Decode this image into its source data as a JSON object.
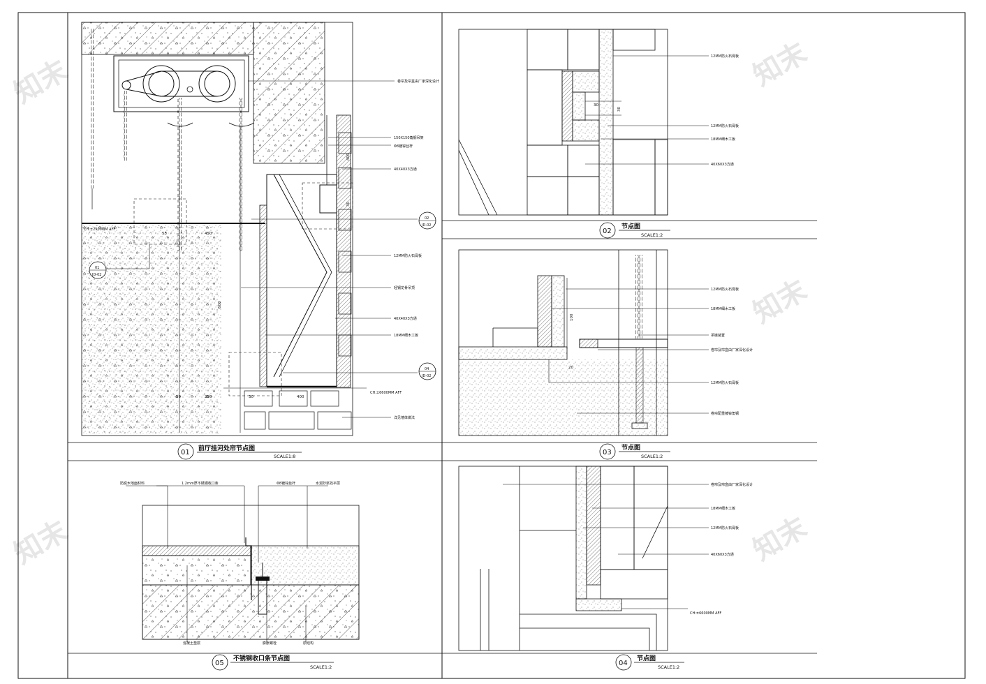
{
  "watermark": "知末",
  "details": [
    {
      "number": "01",
      "title": "前厅挂河处帘节点图",
      "scale": "SCALE1:8",
      "labels": [
        "卷帘及帘盒由厂家深化设计",
        "150X150角钢吊架",
        "Φ8镀锌丝杆",
        "40X40X3方通",
        "12MM防火石膏板",
        "轻钢龙骨吊顶",
        "40X40X3方通",
        "18MM细木工板",
        "详见墙体做法"
      ],
      "levels": [
        "CH:±2900MM AFF",
        "CH:±6600MM AFF"
      ],
      "dims": [
        "450",
        "600",
        "50",
        "250",
        "30",
        "400",
        "400",
        "30",
        "55"
      ],
      "tags": [
        {
          "top": "01",
          "bottom": "JD-02"
        },
        {
          "top": "02",
          "bottom": "JD-02"
        },
        {
          "top": "04",
          "bottom": "JD-02"
        }
      ]
    },
    {
      "number": "02",
      "title": "节点图",
      "scale": "SCALE1:2",
      "labels": [
        "12MM防火石膏板",
        "12MM防火石膏板",
        "18MM细木工板",
        "40X60X3方通"
      ],
      "dims": [
        "30",
        "30"
      ]
    },
    {
      "number": "03",
      "title": "节点图",
      "scale": "SCALE1:2",
      "labels": [
        "12MM防火石膏板",
        "18MM细木工板",
        "吊链装置",
        "卷帘及帘盒由厂家深化设计",
        "12MM防火石膏板",
        "卷帘配重镀锌角钢"
      ],
      "dims": [
        "100",
        "20"
      ]
    },
    {
      "number": "04",
      "title": "节点图",
      "scale": "SCALE1:2",
      "labels": [
        "卷帘及帘盒由厂家深化设计",
        "18MM细木工板",
        "12MM防火石膏板",
        "40X60X3方通"
      ],
      "levels": [
        "CH:±6600MM AFF"
      ]
    },
    {
      "number": "05",
      "title": "不锈钢收口条节点图",
      "scale": "SCALE1:2",
      "labels": [
        "防腐木地面材料",
        "1.2mm厚不锈钢收口条",
        "Φ8镀锌丝杆",
        "水泥砂浆找平层",
        "混凝土垫层",
        "膨胀螺栓",
        "原结构"
      ]
    }
  ]
}
